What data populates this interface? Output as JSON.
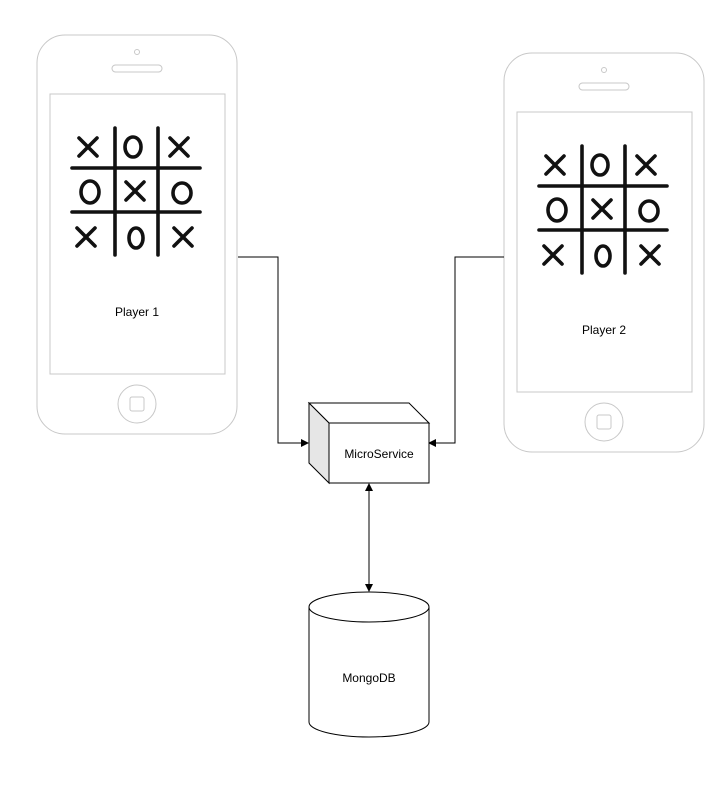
{
  "diagram": {
    "nodes": {
      "player1": {
        "label": "Player 1",
        "kind": "smartphone",
        "board": [
          [
            "X",
            "O",
            "X"
          ],
          [
            "O",
            "X",
            "O"
          ],
          [
            "X",
            "O",
            "X"
          ]
        ]
      },
      "player2": {
        "label": "Player 2",
        "kind": "smartphone",
        "board": [
          [
            "X",
            "O",
            "X"
          ],
          [
            "O",
            "X",
            "O"
          ],
          [
            "X",
            "O",
            "X"
          ]
        ]
      },
      "service": {
        "label": "MicroService",
        "kind": "3d-box"
      },
      "db": {
        "label": "MongoDB",
        "kind": "cylinder"
      }
    },
    "edges": [
      {
        "from": "player1",
        "to": "service",
        "arrow": "end"
      },
      {
        "from": "player2",
        "to": "service",
        "arrow": "end"
      },
      {
        "from": "service",
        "to": "db",
        "arrow": "both"
      }
    ],
    "colors": {
      "stroke": "#000000",
      "device_stroke": "#c8c8c8",
      "fill": "#ffffff"
    }
  }
}
